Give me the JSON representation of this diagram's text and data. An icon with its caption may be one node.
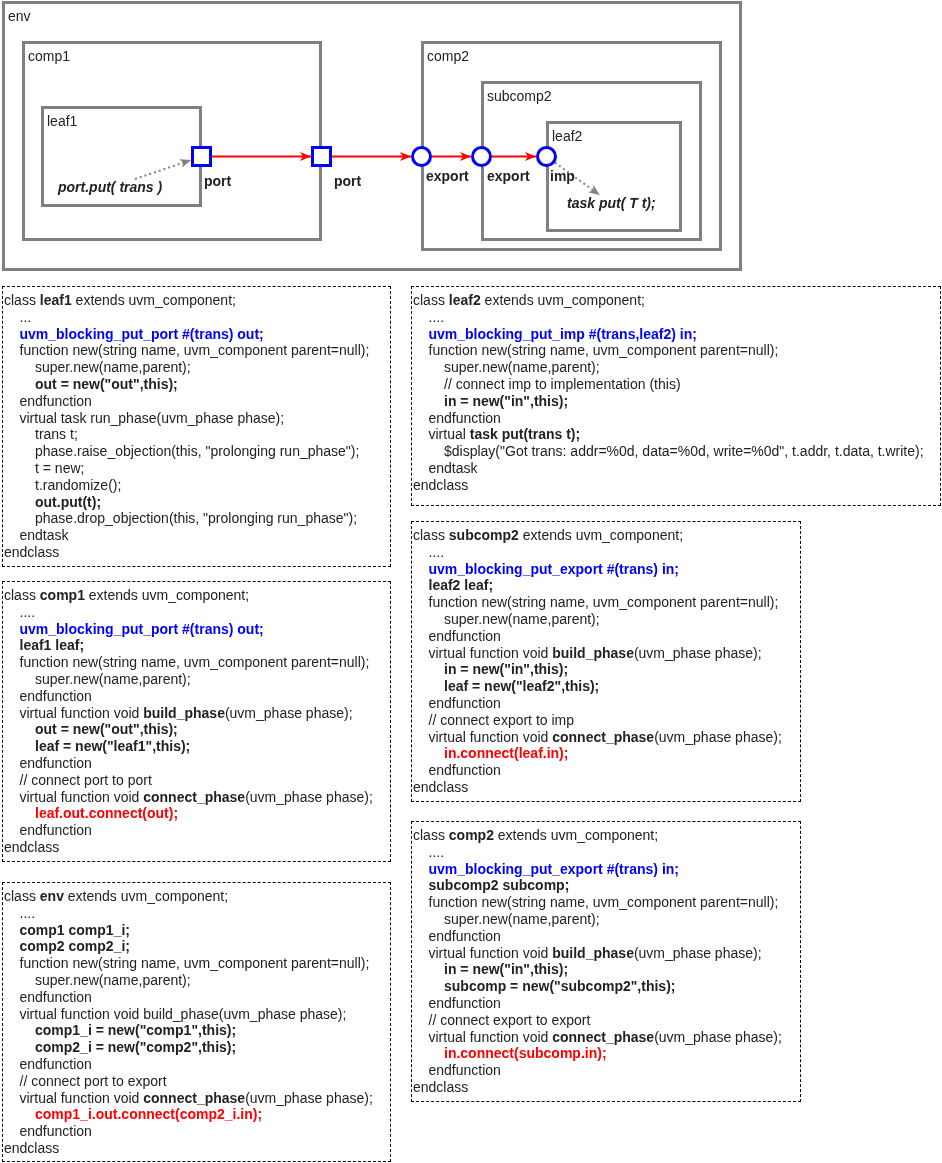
{
  "diagram": {
    "nodes": [
      {
        "text": [
          "env"
        ]
      },
      {
        "text": [
          "comp1"
        ],
        "in": 0
      },
      {
        "text": [
          "leaf1"
        ],
        "in": 1
      },
      {
        "text": [
          "port.put( trans )"
        ],
        "in": 2
      },
      {
        "text": [],
        "shape": "box",
        "beside": [
          "port"
        ],
        "in": 1
      },
      {
        "text": [],
        "shape": "box",
        "beside": [
          "port"
        ],
        "in": 0
      },
      {
        "text": [
          "comp2"
        ],
        "in": 0
      },
      {
        "text": [],
        "shape": "circle",
        "beside": [
          "export"
        ],
        "in": 0
      },
      {
        "text": [
          "subcomp2"
        ],
        "in": 6
      },
      {
        "text": [],
        "shape": "circle",
        "beside": [
          "export"
        ],
        "in": 6
      },
      {
        "text": [
          "leaf2"
        ],
        "in": 8
      },
      {
        "text": [],
        "shape": "circle",
        "beside": [
          "imp"
        ],
        "in": 8
      },
      {
        "text": [
          "task put( T t);"
        ],
        "in": 10
      },
      {
        "text": [
          "class **leaf1** extends uvm_component;",
          "...",
          "uvm_blocking_put_port #(trans) out;",
          "function new(string name, uvm_component parent=null);",
          "super.new(name,parent);",
          "out = new(\"out\",this);",
          "endfunction",
          "virtual task run_phase(uvm_phase phase);",
          "trans t;",
          "phase.raise_objection(this, \"prolonging run_phase\");",
          "t = new;",
          "t.randomize();",
          "out.put(t);",
          "phase.drop_objection(this, \"prolonging run_phase\");",
          "endtask",
          "endclass"
        ]
      },
      {
        "text": [
          "class **leaf2** extends uvm_component;",
          "....",
          "uvm_blocking_put_imp #(trans,leaf2) in;",
          "function new(string name, uvm_component parent=null);",
          "super.new(name,parent);",
          "// connect imp to implementation (this)",
          "in = new(\"in\",this);",
          "endfunction",
          "virtual **task put(trans t);**",
          "$display(\"Got trans: addr=%0d, data=%0d, write=%0d\", t.addr, t.data, t.write);",
          "endtask",
          "endclass"
        ]
      },
      {
        "text": [
          "class **subcomp2** extends uvm_component;",
          "....",
          "uvm_blocking_put_export #(trans) in;",
          "leaf2 leaf;",
          "function new(string name, uvm_component parent=null);",
          "super.new(name,parent);",
          "endfunction",
          "virtual function void **build_phase**(uvm_phase phase);",
          "in = new(\"in\",this);",
          "leaf = new(\"leaf2\",this);",
          "endfunction",
          "// connect export to imp",
          "virtual function void **connect_phase**(uvm_phase phase);",
          "in.connect(leaf.in);",
          "endfunction",
          "endclass"
        ]
      },
      {
        "text": [
          "class **comp1** extends uvm_component;",
          "....",
          "uvm_blocking_put_port #(trans) out;",
          "leaf1 leaf;",
          "function new(string name, uvm_component parent=null);",
          "super.new(name,parent);",
          "endfunction",
          "virtual function void **build_phase**(uvm_phase phase);",
          "out = new(\"out\",this);",
          "leaf = new(\"leaf1\",this);",
          "endfunction",
          "// connect port to port",
          "virtual function void **connect_phase**(uvm_phase phase);",
          "leaf.out.connect(out);",
          "endfunction",
          "endclass"
        ]
      },
      {
        "text": [
          "class **comp2** extends uvm_component;",
          "....",
          "uvm_blocking_put_export #(trans) in;",
          "subcomp2 subcomp;",
          "function new(string name, uvm_component parent=null);",
          "super.new(name,parent);",
          "endfunction",
          "virtual function void **build_phase**(uvm_phase phase);",
          "in = new(\"in\",this);",
          "subcomp = new(\"subcomp2\",this);",
          "endfunction",
          "// connect export to export",
          "virtual function void **connect_phase**(uvm_phase phase);",
          "in.connect(subcomp.in);",
          "endfunction",
          "endclass"
        ]
      },
      {
        "text": [
          "class **env** extends uvm_component;",
          "....",
          "comp1 comp1_i;",
          "comp2 comp2_i;",
          "function new(string name, uvm_component parent=null);",
          "super.new(name,parent);",
          "endfunction",
          "virtual function void build_phase(uvm_phase phase);",
          "comp1_i = new(\"comp1\",this);",
          "comp2_i = new(\"comp2\",this);",
          "endfunction",
          "// connect port to export",
          "virtual function void **connect_phase**(uvm_phase phase);",
          "comp1_i.out.connect(comp2_i.in);",
          "endfunction",
          "endclass"
        ]
      }
    ],
    "edges": [
      {
        "from": 3,
        "to": 4,
        "arrow": "to",
        "style": "dashed",
        "color": "#808080"
      },
      {
        "from": 4,
        "to": 5,
        "arrow": "to"
      },
      {
        "from": 5,
        "to": 7,
        "arrow": "to"
      },
      {
        "from": 7,
        "to": 9,
        "arrow": "to"
      },
      {
        "from": 9,
        "to": 11,
        "arrow": "to"
      },
      {
        "from": 11,
        "to": 12,
        "arrow": "to",
        "style": "dashed",
        "color": "#808080"
      }
    ]
  }
}
